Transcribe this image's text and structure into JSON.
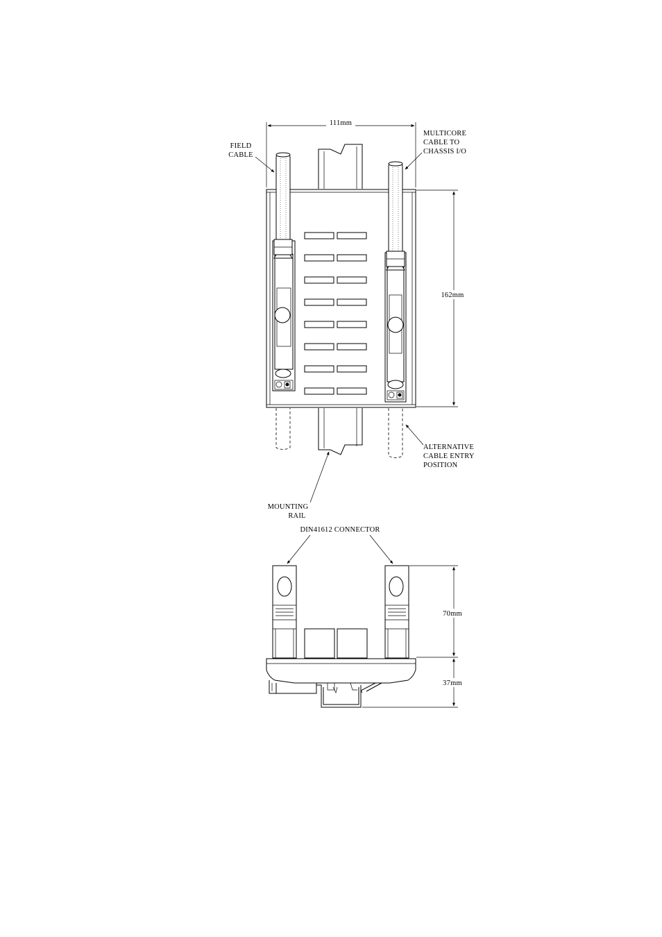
{
  "labels": {
    "width_dim": "111mm",
    "height_dim": "162mm",
    "field_cable": [
      "FIELD",
      "CABLE"
    ],
    "multicore_cable": [
      "MULTICORE",
      "CABLE TO",
      "CHASSIS I/O"
    ],
    "alt_cable_entry": [
      "ALTERNATIVE",
      "CABLE ENTRY",
      "POSITION"
    ],
    "mounting_rail": [
      "MOUNTING",
      "RAIL"
    ],
    "connector": "DIN41612 CONNECTOR",
    "depth_upper_dim": "70mm",
    "depth_lower_dim": "37mm"
  }
}
